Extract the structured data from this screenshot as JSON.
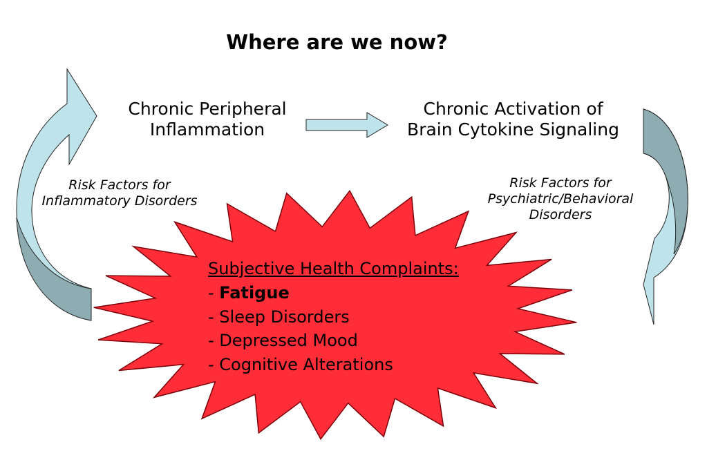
{
  "title": "Where are we now?",
  "nodes": {
    "left": [
      "Chronic Peripheral",
      "Inflammation"
    ],
    "right": [
      "Chronic Activation of",
      "Brain Cytokine Signaling"
    ]
  },
  "risk_factors": {
    "left": [
      "Risk Factors for",
      "Inflammatory Disorders"
    ],
    "right": [
      "Risk Factors for",
      "Psychiatric/Behavioral",
      "Disorders"
    ]
  },
  "complaints": {
    "heading": "Subjective Health Complaints:",
    "items": [
      {
        "prefix": "- ",
        "text": "Fatigue"
      },
      {
        "prefix": "- ",
        "text": "Sleep Disorders"
      },
      {
        "prefix": "- ",
        "text": "Depressed Mood"
      },
      {
        "prefix": "- ",
        "text": "Cognitive Alterations"
      }
    ]
  },
  "colors": {
    "arrow_light": "#bfe3ea",
    "arrow_dark": "#8eadb2",
    "burst_fill": "#ff2d37",
    "burst_stroke": "#7a0008"
  }
}
